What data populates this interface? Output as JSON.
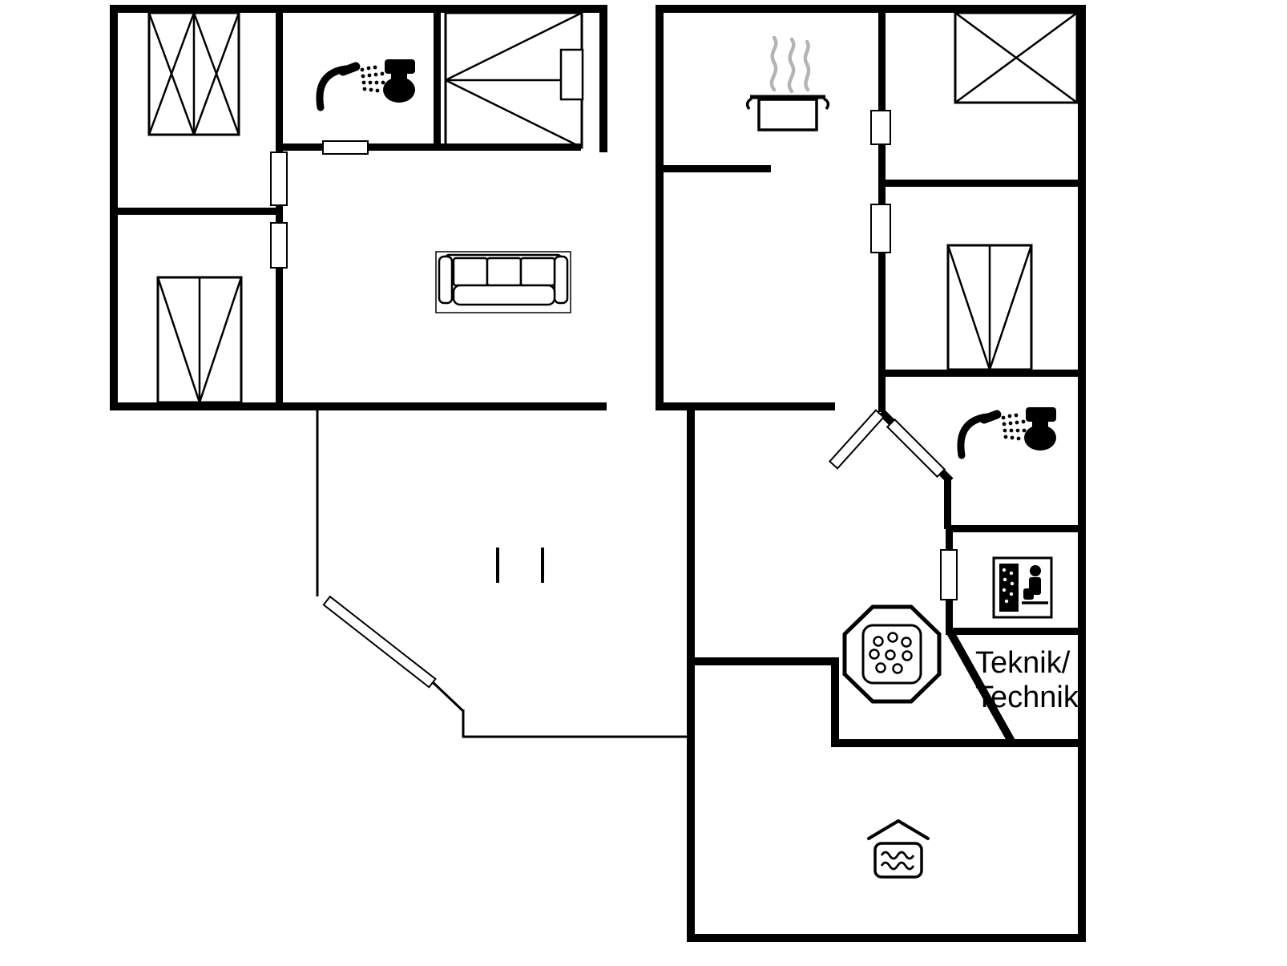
{
  "floorplan": {
    "wall_color": "#000000",
    "background_color": "#ffffff",
    "steam_color": "#b4b4b4",
    "labels": {
      "technik_room": {
        "line1": "Teknik/",
        "line2": "Technik"
      }
    },
    "icons": [
      {
        "name": "bed-double-icon",
        "room": "bedroom-top-left"
      },
      {
        "name": "shower-icon",
        "room": "bathroom-top"
      },
      {
        "name": "toilet-icon",
        "room": "bathroom-top"
      },
      {
        "name": "bunk-bed-icon",
        "room": "bedroom-bunk"
      },
      {
        "name": "cooking-pot-icon",
        "room": "kitchen"
      },
      {
        "name": "steam-icon",
        "room": "kitchen"
      },
      {
        "name": "bed-double-icon",
        "room": "bedroom-top-right"
      },
      {
        "name": "sofa-icon",
        "room": "living-room"
      },
      {
        "name": "bed-icon",
        "room": "bedroom-bottom-left"
      },
      {
        "name": "bed-icon",
        "room": "bedroom-right"
      },
      {
        "name": "shower-icon",
        "room": "bathroom-right"
      },
      {
        "name": "toilet-icon",
        "room": "bathroom-right"
      },
      {
        "name": "hot-tub-icon",
        "room": "spa-corridor"
      },
      {
        "name": "sauna-icon",
        "room": "sauna-room"
      },
      {
        "name": "water-heater-icon",
        "room": "utility-room"
      }
    ]
  }
}
